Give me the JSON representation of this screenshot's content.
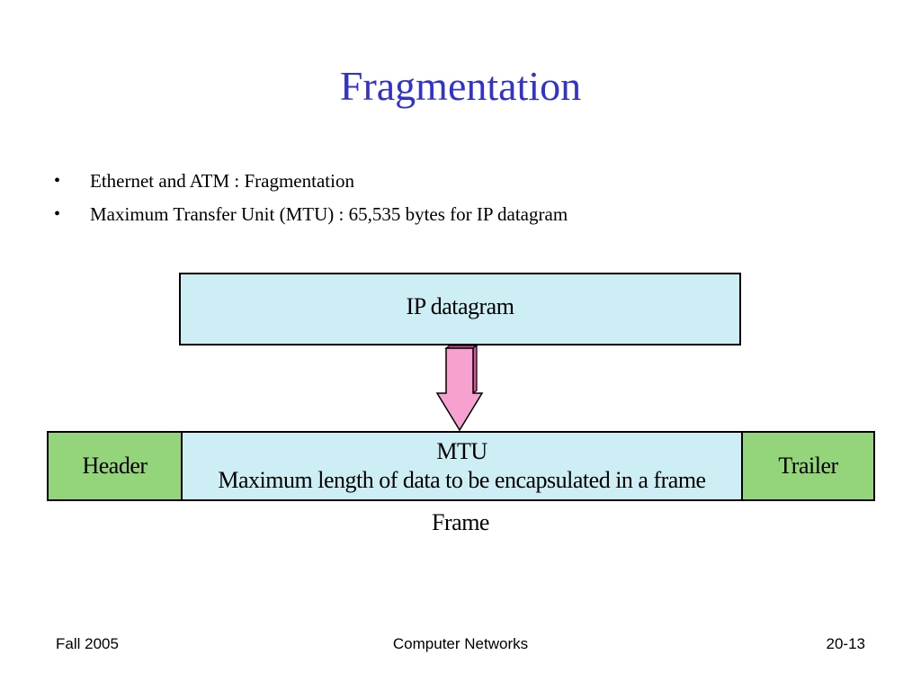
{
  "slide": {
    "title": "Fragmentation",
    "bullets": [
      "Ethernet and ATM : Fragmentation",
      "Maximum Transfer Unit (MTU) : 65,535 bytes for IP datagram"
    ]
  },
  "diagram": {
    "ip_datagram_label": "IP datagram",
    "header_label": "Header",
    "mtu_label": "MTU",
    "mtu_description": "Maximum length of data to be encapsulated in a frame",
    "trailer_label": "Trailer",
    "frame_label": "Frame",
    "arrow": {
      "direction": "down",
      "fill": "#f7a1d0"
    }
  },
  "colors": {
    "title": "#3333cc",
    "data_box": "#cceef4",
    "header_trailer_box": "#94d47a"
  },
  "footer": {
    "left": "Fall 2005",
    "center": "Computer Networks",
    "right": "20-13"
  }
}
